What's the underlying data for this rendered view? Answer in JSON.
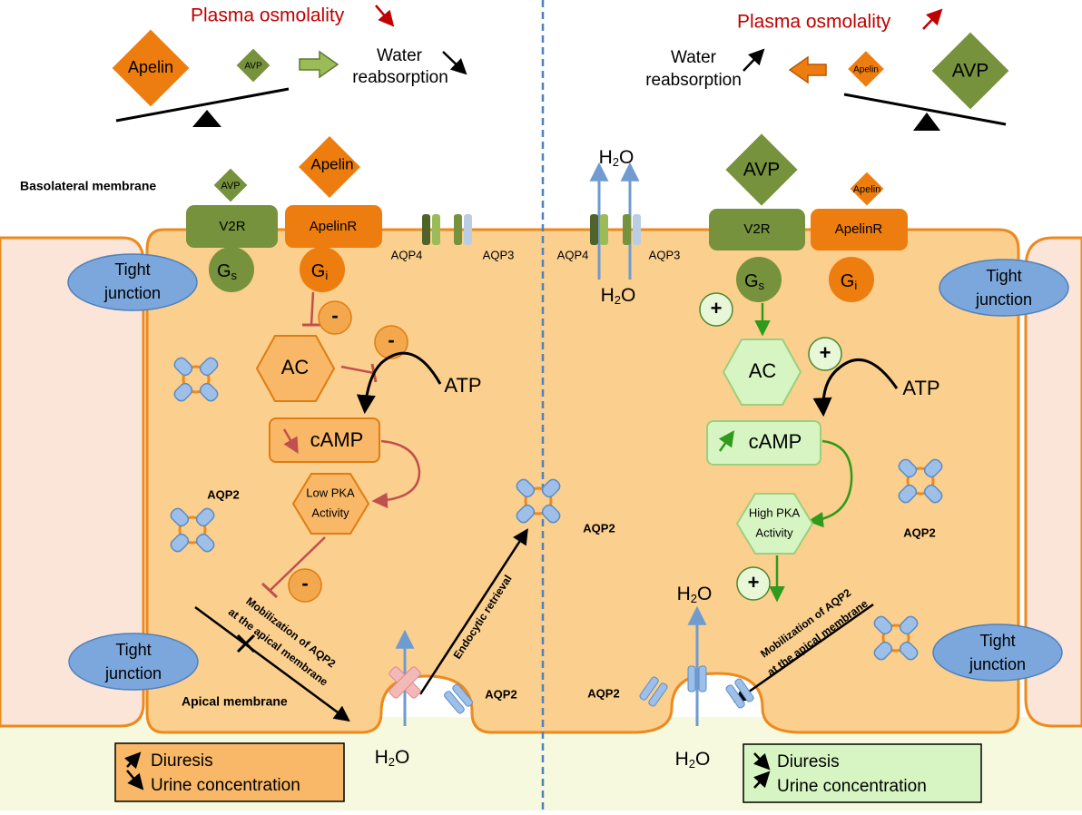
{
  "top_left": {
    "plasma_osmolality": "Plasma osmolality",
    "apelin": "Apelin",
    "avp": "AVP",
    "water": "Water",
    "reabsorption": "reabsorption"
  },
  "top_right": {
    "plasma_osmolality": "Plasma osmolality",
    "apelin": "Apelin",
    "avp": "AVP",
    "water": "Water",
    "reabsorption": "reabsorption"
  },
  "left_cell": {
    "basolateral_membrane": "Basolateral membrane",
    "avp": "AVP",
    "apelin": "Apelin",
    "v2r": "V2R",
    "apelinr": "ApelinR",
    "g_main": "G",
    "gs_sub": "s",
    "gi_sub": "i",
    "aqp4": "AQP4",
    "aqp3": "AQP3",
    "tight_1": "Tight",
    "tight_2": "junction",
    "ac": "AC",
    "atp": "ATP",
    "camp": "cAMP",
    "pka_1": "Low PKA",
    "pka_2": "Activity",
    "aqp2_a": "AQP2",
    "aqp2_b": "AQP2",
    "aqp2_c": "AQP2",
    "minus": "-",
    "mobilization_1": "Mobilization of AQP2",
    "mobilization_2": "at the apical membrane",
    "endocytic": "Endocytic retrieval",
    "apical_membrane": "Apical membrane",
    "h2o": "H",
    "h2o_sub": "2",
    "h2o_end": "O",
    "legend_1": "Diuresis",
    "legend_2": "Urine concentration"
  },
  "right_cell": {
    "avp": "AVP",
    "apelin": "Apelin",
    "v2r": "V2R",
    "apelinr": "ApelinR",
    "g_main": "G",
    "gs_sub": "s",
    "gi_sub": "i",
    "aqp4": "AQP4",
    "aqp3": "AQP3",
    "tight_1": "Tight",
    "tight_2": "junction",
    "ac": "AC",
    "atp": "ATP",
    "camp": "cAMP",
    "pka_1": "High PKA",
    "pka_2": "Activity",
    "plus": "+",
    "aqp2_a": "AQP2",
    "aqp2_b": "AQP2",
    "mobilization_1": "Mobilization of AQP2",
    "mobilization_2": "at the apical membrane",
    "h2o": "H",
    "h2o_sub": "2",
    "h2o_end": "O",
    "legend_1": "Diuresis",
    "legend_2": "Urine concentration"
  },
  "colors": {
    "cell_fill": "#fbcf8e",
    "cell_border": "#ec8a1e",
    "orange": "#ed7d0f",
    "olive": "#76923c",
    "tight_blue": "#7ba7dc",
    "lumen": "#f7f9df",
    "red_text": "#c00000",
    "inhibit": "#c0504d",
    "activate": "#2f9a1b",
    "light_green": "#d7f5c2",
    "divider": "#4f81bd"
  }
}
